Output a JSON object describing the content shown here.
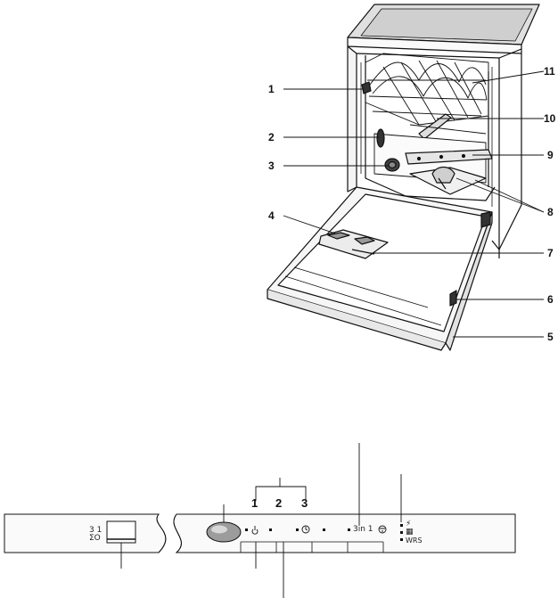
{
  "callouts": {
    "c1": "1",
    "c2": "2",
    "c3": "3",
    "c4": "4",
    "c5": "5",
    "c6": "6",
    "c7": "7",
    "c8": "8",
    "c9": "9",
    "c10": "10",
    "c11": "11"
  },
  "panel": {
    "group_numbers": [
      "1",
      "2",
      "3"
    ],
    "left_symbol_top": "3 1",
    "left_symbol_bottom": "ΣO",
    "button_3in1": "3in 1",
    "indicator_top": "⚡",
    "indicator_mid": "▦",
    "indicator_bottom": "WRS"
  }
}
